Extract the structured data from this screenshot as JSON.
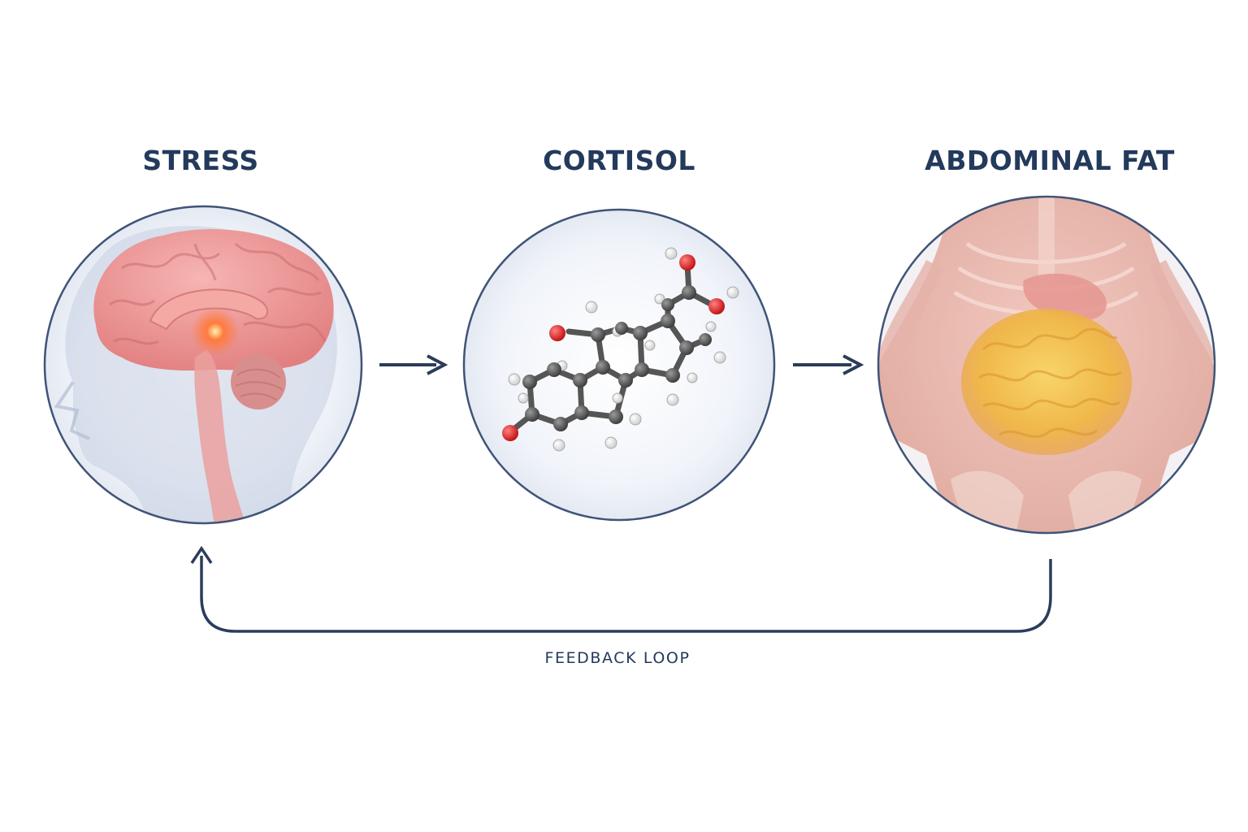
{
  "diagram": {
    "stages": [
      {
        "id": "stress",
        "label": "STRESS",
        "icon": "brain-icon"
      },
      {
        "id": "cortisol",
        "label": "CORTISOL",
        "icon": "cortisol-molecule-icon"
      },
      {
        "id": "abdominal_fat",
        "label": "ABDOMINAL FAT",
        "icon": "abdomen-icon"
      }
    ],
    "feedback_label": "FEEDBACK LOOP",
    "colors": {
      "text": "#233a5c",
      "arrow": "#2b3d5b",
      "circle_border": "#3f5478",
      "brain": "#e79090",
      "hypothalamus_glow": "#ff6a3d",
      "carbon": "#5a5a5a",
      "oxygen": "#d21b1b",
      "hydrogen": "#f4f4f4",
      "torso": "#e8b8ae",
      "fat": "#f2c24a"
    }
  }
}
